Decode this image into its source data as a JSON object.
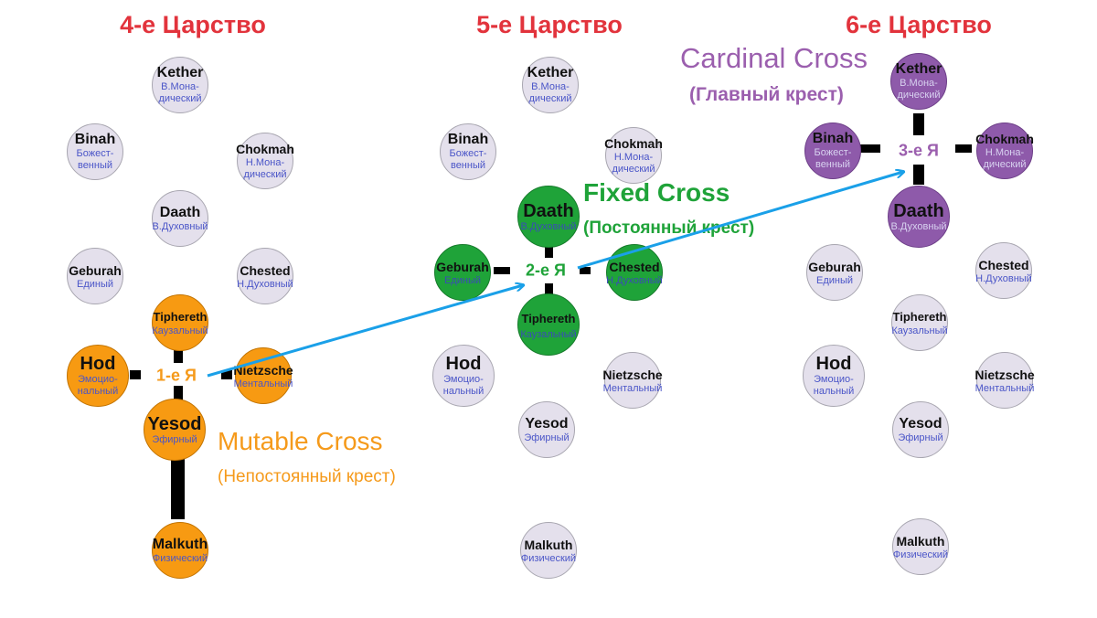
{
  "kingdoms": [
    "4-е Царство",
    "5-е Царство",
    "6-е Царство"
  ],
  "nodes": {
    "kether": {
      "name": "Kether",
      "sub": "В.Мона-\nдический"
    },
    "binah": {
      "name": "Binah",
      "sub": "Божест-\nвенный"
    },
    "chokmah": {
      "name": "Chokmah",
      "sub": "Н.Мона-\nдический"
    },
    "daath": {
      "name": "Daath",
      "sub": "В.Духовный"
    },
    "geburah": {
      "name": "Geburah",
      "sub": "Единый"
    },
    "chested": {
      "name": "Chested",
      "sub": "Н.Духовный"
    },
    "tiphereth": {
      "name": "Tiphereth",
      "sub": "Каузальный"
    },
    "hod": {
      "name": "Hod",
      "sub": "Эмоцио-\nнальный"
    },
    "nietzsche": {
      "name": "Nietzsche",
      "sub": "Ментальный"
    },
    "yesod": {
      "name": "Yesod",
      "sub": "Эфирный"
    },
    "malkuth": {
      "name": "Malkuth",
      "sub": "Физический"
    }
  },
  "ya_labels": [
    "1-е Я",
    "2-е Я",
    "3-е Я"
  ],
  "crosses": {
    "mutable": {
      "name": "Mutable Cross",
      "ru": "(Непостоянный крест)",
      "color": "#f59a1b"
    },
    "fixed": {
      "name": "Fixed Cross",
      "ru": "(Постоянный крест)",
      "color": "#1fa339"
    },
    "cardinal": {
      "name": "Cardinal Cross",
      "ru": "(Главный крест)",
      "color": "#9b5fae"
    }
  },
  "colors": {
    "kingdom_title": "#e2333c",
    "node_default": "#e4e0ec",
    "node_subtitle": "#4a55c8",
    "arrow": "#1aa0e8",
    "bar": "#000000"
  }
}
